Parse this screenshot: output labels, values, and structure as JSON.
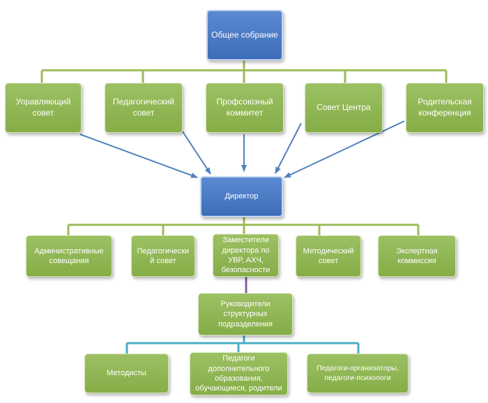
{
  "nodes": {
    "general_meeting": "Общее собрание",
    "governing_council": "Управляющий\nсовет",
    "pedagogical_council": "Педагогический\nсовет",
    "trade_union_committee": "Профсоюзный\nкоммитет",
    "center_council": "Совет Центра",
    "parent_conference": "Родительская\nконференция",
    "director": "Директор",
    "administrative_meetings": "Административные\nсовещания",
    "pedagogical_council_2": "Педагогически\nй совет",
    "deputy_directors": "Заместители\nдиректора по\nУВР, АХЧ,\nбезопасности",
    "methodical_council": "Методический\nсовет",
    "expert_commission": "Экспертная\nкоммиссия",
    "unit_heads": "Руководители\nструктурных\nподразделения",
    "methodologists": "Методисты",
    "extra_education_teachers": "Педагоги\nдополнительного\nобразования,\nобучающиеся, родители",
    "organizers_psychologists": "Педагоги-организаторы,\nпедагоги-психологи"
  },
  "colors": {
    "node_green": "#8db44f",
    "node_blue": "#4a78c0",
    "connector_green": "#9bbb59",
    "arrow_blue": "#4f81bd",
    "connector_purple": "#7f5fa0",
    "connector_teal": "#4bacc6"
  }
}
